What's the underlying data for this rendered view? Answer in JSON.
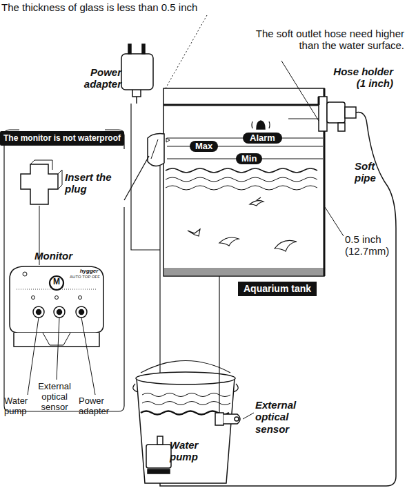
{
  "diagram": {
    "nodes": [
      {
        "text": [
          "The monitor is not waterproof"
        ]
      },
      {
        "text": [
          "Alarm"
        ]
      },
      {
        "text": [
          "Max"
        ]
      },
      {
        "text": [
          "Min"
        ]
      },
      {
        "text": [
          "Aquarium tank"
        ]
      }
    ],
    "labels": [
      "The thickness of glass is less than 0.5 inch",
      "The soft outlet hose need higher than the water surface.",
      "Power adapter",
      "Hose holder (1 inch)",
      "Insert the plug",
      "Soft pipe",
      "Monitor",
      "0.5 inch (12.7mm)",
      "M",
      "hygger",
      "AUTO TOP OFF",
      "Water pump",
      "External optical sensor",
      "Power adapter",
      "External optical sensor",
      "Water pump"
    ]
  }
}
